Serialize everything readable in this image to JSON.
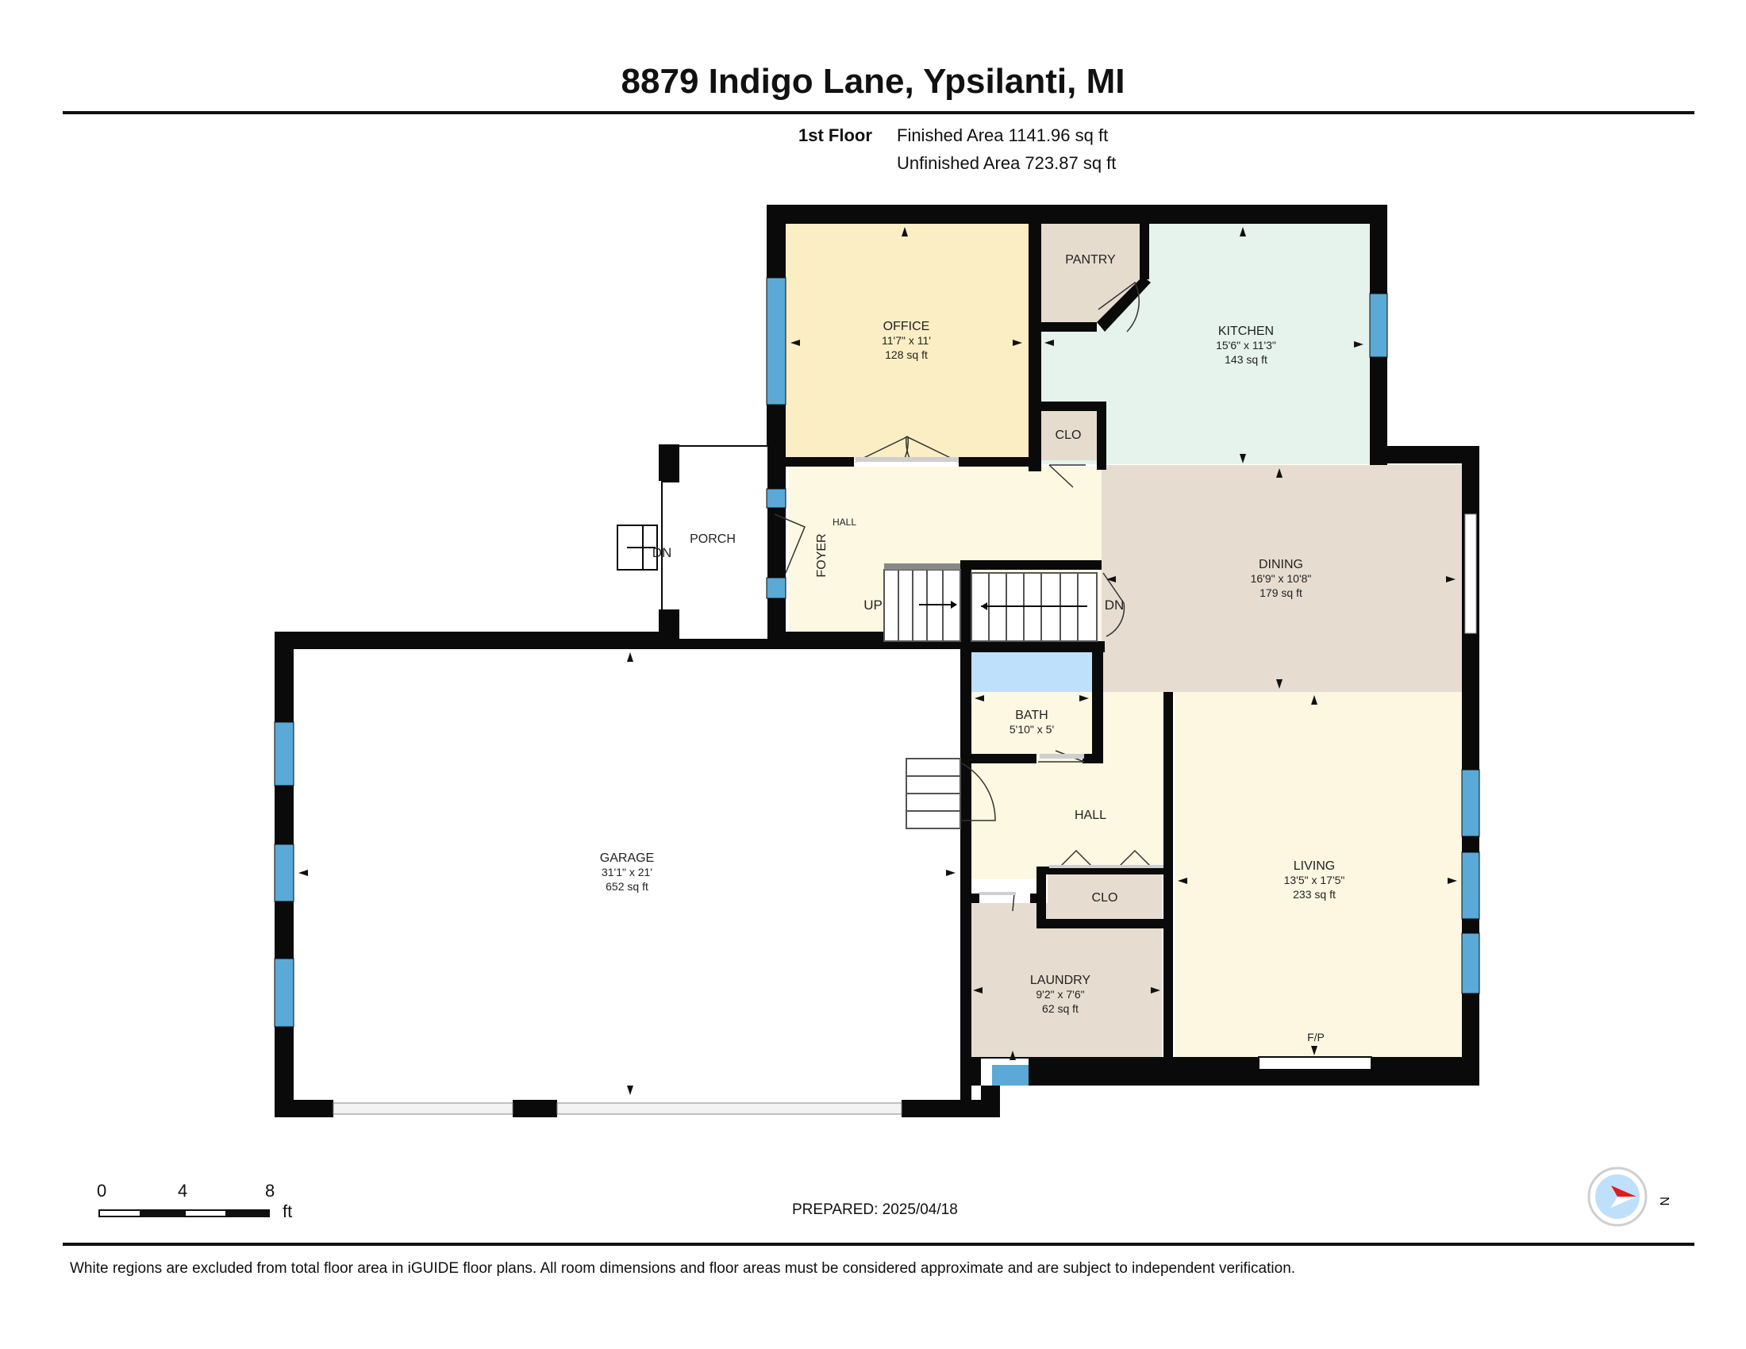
{
  "header": {
    "address": "8879 Indigo Lane, Ypsilanti, MI",
    "floor_label": "1st Floor",
    "finished_area": "Finished Area 1141.96 sq ft",
    "unfinished_area": "Unfinished Area 723.87 sq ft"
  },
  "rooms": {
    "office": {
      "name": "OFFICE",
      "dims": "11'7\" x 11'",
      "area": "128 sq ft"
    },
    "pantry": {
      "name": "PANTRY"
    },
    "kitchen": {
      "name": "KITCHEN",
      "dims": "15'6\" x 11'3\"",
      "area": "143 sq ft"
    },
    "clo_kitchen": {
      "name": "CLO"
    },
    "porch": {
      "name": "PORCH"
    },
    "foyer": {
      "name": "FOYER"
    },
    "foyer_hall": {
      "name": "HALL"
    },
    "dining": {
      "name": "DINING",
      "dims": "16'9\" x 10'8\"",
      "area": "179 sq ft"
    },
    "bath": {
      "name": "BATH",
      "dims": "5'10\" x 5'"
    },
    "hall": {
      "name": "HALL"
    },
    "clo_hall": {
      "name": "CLO"
    },
    "garage": {
      "name": "GARAGE",
      "dims": "31'1\" x 21'",
      "area": "652 sq ft"
    },
    "living": {
      "name": "LIVING",
      "dims": "13'5\" x 17'5\"",
      "area": "233 sq ft"
    },
    "laundry": {
      "name": "LAUNDRY",
      "dims": "9'2\" x 7'6\"",
      "area": "62 sq ft"
    },
    "fireplace": {
      "name": "F/P"
    }
  },
  "stairs": {
    "up": "UP",
    "down": "DN",
    "porch_down": "DN"
  },
  "colors": {
    "office": "#fbeec4",
    "kitchen": "#e5f3ec",
    "pantry": "#e6dccd",
    "foyer": "#fdf8e1",
    "dining": "#e6ddd0",
    "bath": "#bfe0fb",
    "living": "#fdf7e1",
    "laundry": "#e6ddd0",
    "hall": "#fdf8e1",
    "window": "#5aa9d6",
    "wall": "#0a0a0a"
  },
  "scale_bar": {
    "ticks": [
      "0",
      "4",
      "8"
    ],
    "unit": "ft"
  },
  "prepared": "PREPARED: 2025/04/18",
  "compass": {
    "label": "N"
  },
  "footer": "White regions are excluded from total floor area in iGUIDE floor plans. All room dimensions and floor areas must be considered approximate and are subject to independent verification."
}
